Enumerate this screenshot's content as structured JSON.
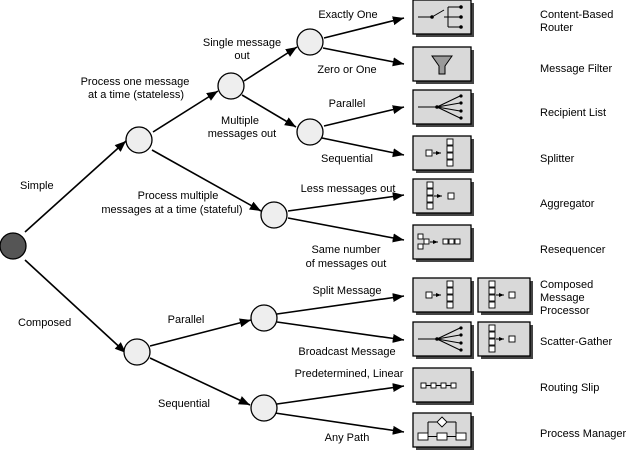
{
  "tree": {
    "branch_simple": "Simple",
    "branch_composed": "Composed",
    "one_msg": [
      "Process one message",
      "at a time (stateless)"
    ],
    "multi_msg": [
      "Process multiple",
      "messages at a time (stateful)"
    ],
    "single_out": [
      "Single message",
      "out"
    ],
    "multiple_out": [
      "Multiple",
      "messages out"
    ],
    "exactly_one": "Exactly One",
    "zero_or_one": "Zero or One",
    "parallel_small": "Parallel",
    "sequential_small": "Sequential",
    "less_messages": "Less messages out",
    "same_number": [
      "Same number",
      "of messages out"
    ],
    "parallel": "Parallel",
    "sequential": "Sequential",
    "split_message": "Split Message",
    "broadcast_message": "Broadcast Message",
    "predetermined": "Predetermined, Linear",
    "any_path": "Any Path"
  },
  "patterns": {
    "content_router": [
      "Content-Based",
      "Router"
    ],
    "message_filter": "Message Filter",
    "recipient_list": "Recipient List",
    "splitter": "Splitter",
    "aggregator": "Aggregator",
    "resequencer": "Resequencer",
    "composed_processor": [
      "Composed",
      "Message",
      "Processor"
    ],
    "scatter_gather": "Scatter-Gather",
    "routing_slip": "Routing Slip",
    "process_manager": "Process Manager"
  },
  "icons": [
    "router-icon",
    "filter-icon",
    "recipient-list-icon",
    "splitter-icon",
    "aggregator-icon",
    "resequencer-icon",
    "composed-splitter-icon",
    "composed-aggregator-icon",
    "scatter-icon",
    "gather-icon",
    "routing-slip-icon",
    "process-manager-icon"
  ]
}
